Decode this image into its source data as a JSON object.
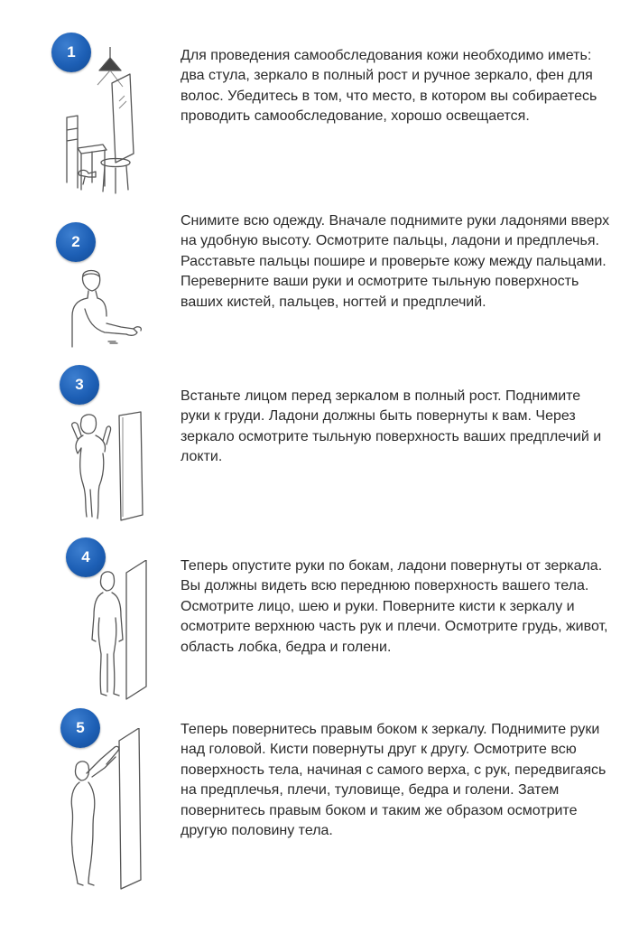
{
  "colors": {
    "badge": "#1d5fb5",
    "text": "#2a2a2a",
    "line": "#555555"
  },
  "steps": [
    {
      "number": "1",
      "icon": "chairs-mirror-lamp-illustration",
      "text": "Для проведения самообследования кожи необходимо иметь: два стула, зеркало в полный рост и ручное зеркало, фен для волос. Убедитесь в том, что место, в котором вы собираетесь проводить самообследование, хорошо освещается."
    },
    {
      "number": "2",
      "icon": "person-hands-forward-illustration",
      "text": "Снимите всю одежду. Вначале поднимите руки ладонями вверх на удобную высоту. Осмотрите пальцы, ладони и предплечья. Расставьте пальцы пошире и проверьте кожу между пальцами. Переверните ваши руки и осмотрите тыльную поверхность ваших кистей, пальцев, ногтей и предплечий."
    },
    {
      "number": "3",
      "icon": "person-mirror-hands-raised-illustration",
      "text": "Встаньте лицом перед зеркалом в полный рост. Поднимите руки к груди. Ладони должны быть повернуты к вам. Через зеркало осмотрите тыльную поверхность ваших предплечий и локти."
    },
    {
      "number": "4",
      "icon": "person-standing-mirror-illustration",
      "text": "Теперь опустите руки по бокам, ладони повернуты от зеркала. Вы должны видеть всю переднюю поверхность вашего тела. Осмотрите лицо, шею и руки. Поверните кисти к зеркалу и осмотрите верхнюю часть рук и плечи. Осмотрите грудь, живот, область лобка, бедра и голени."
    },
    {
      "number": "5",
      "icon": "person-side-arms-up-illustration",
      "text": "Теперь повернитесь правым боком к зеркалу. Поднимите руки над головой. Кисти повернуты друг к другу. Осмотрите всю поверхность тела, начиная с самого верха, с рук, передвигаясь на предплечья, плечи, туловище, бедра и голени. Затем повернитесь правым боком и таким же образом осмотрите другую половину тела."
    }
  ]
}
